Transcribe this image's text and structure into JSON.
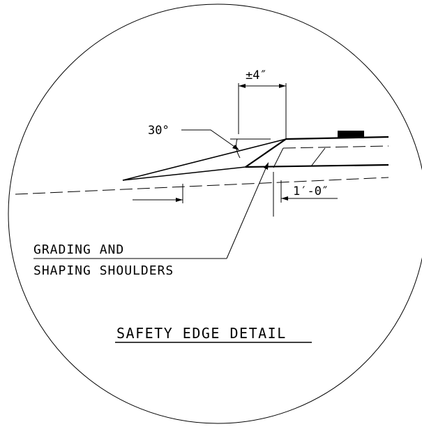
{
  "detail": {
    "title": "SAFETY EDGE DETAIL",
    "dimension_top": "±4″",
    "angle": "30°",
    "dimension_right": "1′-0″",
    "note_line1": "GRADING AND",
    "note_line2": "SHAPING SHOULDERS"
  },
  "colors": {
    "line": "#000000",
    "background": "#ffffff"
  }
}
